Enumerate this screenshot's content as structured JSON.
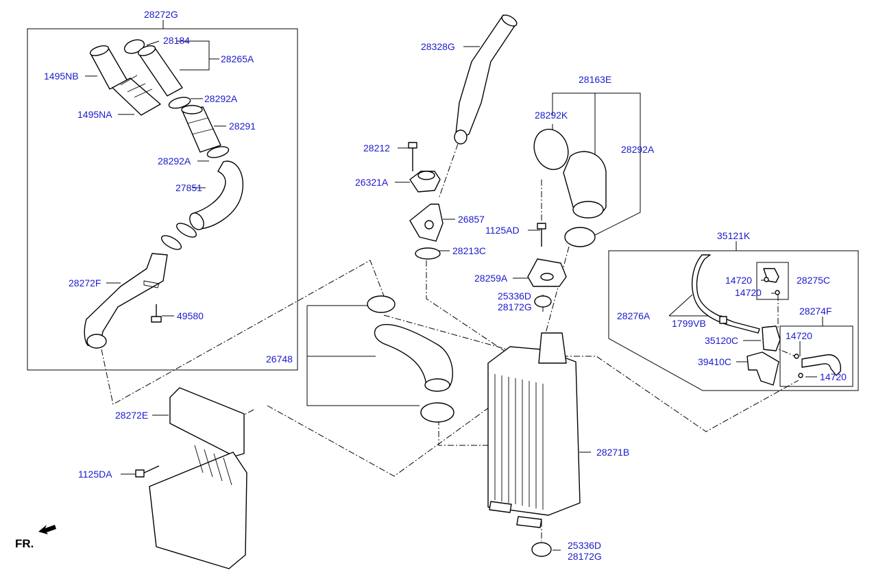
{
  "labels": {
    "p28272G": "28272G",
    "p28184": "28184",
    "p28265A": "28265A",
    "p1495NB": "1495NB",
    "p1495NA": "1495NA",
    "p28292A_top": "28292A",
    "p28291": "28291",
    "p28292A_mid": "28292A",
    "p27851": "27851",
    "p28272F": "28272F",
    "p49580": "49580",
    "p28328G": "28328G",
    "p28212": "28212",
    "p26321A": "26321A",
    "p26857": "26857",
    "p28213C": "28213C",
    "p1125AD": "1125AD",
    "p28259A": "28259A",
    "p25336D_top": "25336D",
    "p28172G_top": "28172G",
    "p28163E": "28163E",
    "p28292K": "28292K",
    "p28292A_right": "28292A",
    "p35121K": "35121K",
    "p14720_a": "14720",
    "p14720_b": "14720",
    "p28275C": "28275C",
    "p28276A": "28276A",
    "p1799VB": "1799VB",
    "p28274F": "28274F",
    "p14720_c": "14720",
    "p35120C": "35120C",
    "p39410C": "39410C",
    "p14720_d": "14720",
    "p26748": "26748",
    "p28272E": "28272E",
    "p1125DA": "1125DA",
    "p28271B": "28271B",
    "p25336D_bottom": "25336D",
    "p28172G_bottom": "28172G"
  },
  "orientation": {
    "text": "FR.",
    "icon": "front-direction-arrow-icon"
  },
  "colors": {
    "label": "#1a1acd",
    "line": "#000000",
    "background": "#ffffff"
  }
}
